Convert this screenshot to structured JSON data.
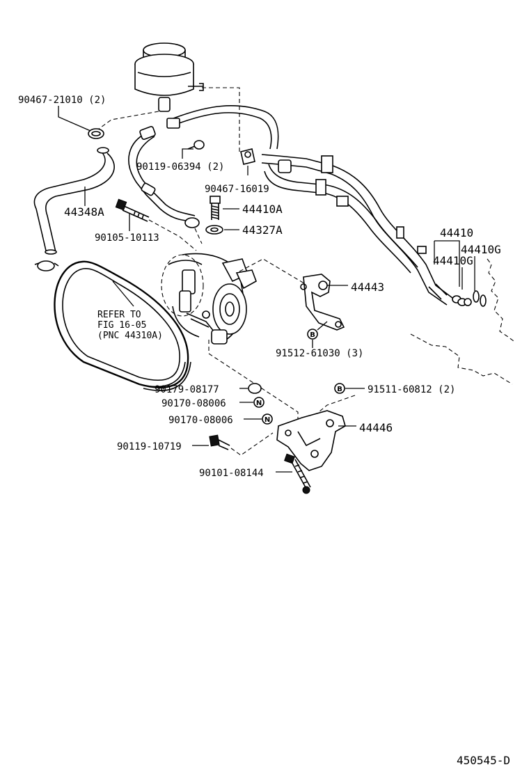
{
  "labels": {
    "p90467_21010": "90467-21010 (2)",
    "p90119_06394": "90119-06394 (2)",
    "p90467_16019": "90467-16019",
    "p44348A": "44348A",
    "p44410A": "44410A",
    "p90105_10113": "90105-10113",
    "p44327A": "44327A",
    "p44410": "44410",
    "p44410G_a": "44410G",
    "p44410G_b": "44410G",
    "p44443": "44443",
    "p91512_61030": "91512-61030 (3)",
    "p90179_08177": "90179-08177",
    "p91511_60812": "91511-60812 (2)",
    "p90170_08006_a": "90170-08006",
    "p90170_08006_b": "90170-08006",
    "p44446": "44446",
    "p90119_10719": "90119-10719",
    "p90101_08144": "90101-08144"
  },
  "refer": {
    "line1": "REFER TO",
    "line2": "FIG 16-05",
    "line3": "(PNC 44310A)"
  },
  "marks": {
    "b_mark_1": "B",
    "b_mark_2": "B",
    "n_mark_1": "N",
    "n_mark_2": "N"
  },
  "diagram_code": "450545-D"
}
